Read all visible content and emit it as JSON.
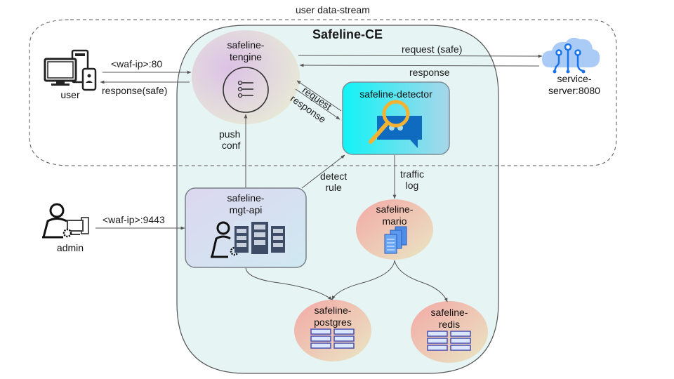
{
  "diagram": {
    "title": "Safeline-CE",
    "stream_label": "user data-stream",
    "nodes": {
      "user": {
        "label": "user",
        "icon": "devices-icon"
      },
      "admin": {
        "label": "admin",
        "icon": "admin-workstation-icon"
      },
      "tengine": {
        "label_line1": "safeline-",
        "label_line2": "tengine",
        "icon": "list-icon"
      },
      "detector": {
        "label": "safeline-detector",
        "icon": "search-chat-icon"
      },
      "mgt_api": {
        "label_line1": "safeline-",
        "label_line2": "mgt-api",
        "icon": "admin-servers-icon"
      },
      "mario": {
        "label_line1": "safeline-",
        "label_line2": "mario",
        "icon": "documents-icon"
      },
      "postgres": {
        "label_line1": "safeline-",
        "label_line2": "postgres",
        "icon": "server-rack-icon"
      },
      "redis": {
        "label_line1": "safeline-",
        "label_line2": "redis",
        "icon": "server-rack-icon"
      },
      "service": {
        "label_line1": "service-",
        "label_line2": "server:8080",
        "icon": "cloud-network-icon"
      }
    },
    "edges": {
      "user_to_tengine": "<waf-ip>:80",
      "tengine_to_user": "response(safe)",
      "tengine_to_service": "request (safe)",
      "service_to_tengine": "response",
      "tengine_to_detector": "request",
      "detector_to_tengine": "response",
      "mgt_to_tengine_line1": "push",
      "mgt_to_tengine_line2": "conf",
      "mgt_to_detector_line1": "detect",
      "mgt_to_detector_line2": "rule",
      "detector_to_mario_line1": "traffic",
      "detector_to_mario_line2": "log",
      "admin_to_mgt": "<waf-ip>:9443"
    },
    "colors": {
      "container_fill": "#e6f5f3",
      "detector_fill_start": "#16f2f5",
      "detector_fill_end": "#a9d8ea",
      "tengine_fill": "#dcc7e3",
      "db_fill": "#f2b8b2",
      "cloud_blue": "#1a73e8",
      "magnifier": "#f4b233"
    }
  }
}
